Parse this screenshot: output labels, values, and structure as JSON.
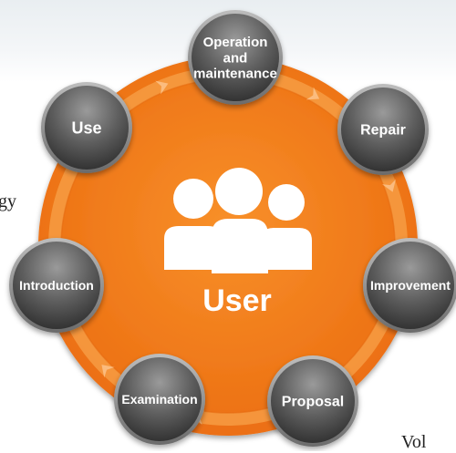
{
  "center": {
    "label": "User"
  },
  "nodes": [
    {
      "id": "operation",
      "lines": [
        "Operation",
        "and",
        "maintenance"
      ]
    },
    {
      "id": "repair",
      "lines": [
        "Repair"
      ]
    },
    {
      "id": "improvement",
      "lines": [
        "Improvement"
      ]
    },
    {
      "id": "proposal",
      "lines": [
        "Proposal"
      ]
    },
    {
      "id": "examination",
      "lines": [
        "Examination"
      ]
    },
    {
      "id": "introduction",
      "lines": [
        "Introduction"
      ]
    },
    {
      "id": "use",
      "lines": [
        "Use"
      ]
    }
  ],
  "edge_text": {
    "left": "gy",
    "bottom": "Vol"
  },
  "colors": {
    "orange": "#f07c1c",
    "ring": "#f5962e",
    "node_dark": "#4a4a4a",
    "node_light": "#8c8c8c"
  }
}
